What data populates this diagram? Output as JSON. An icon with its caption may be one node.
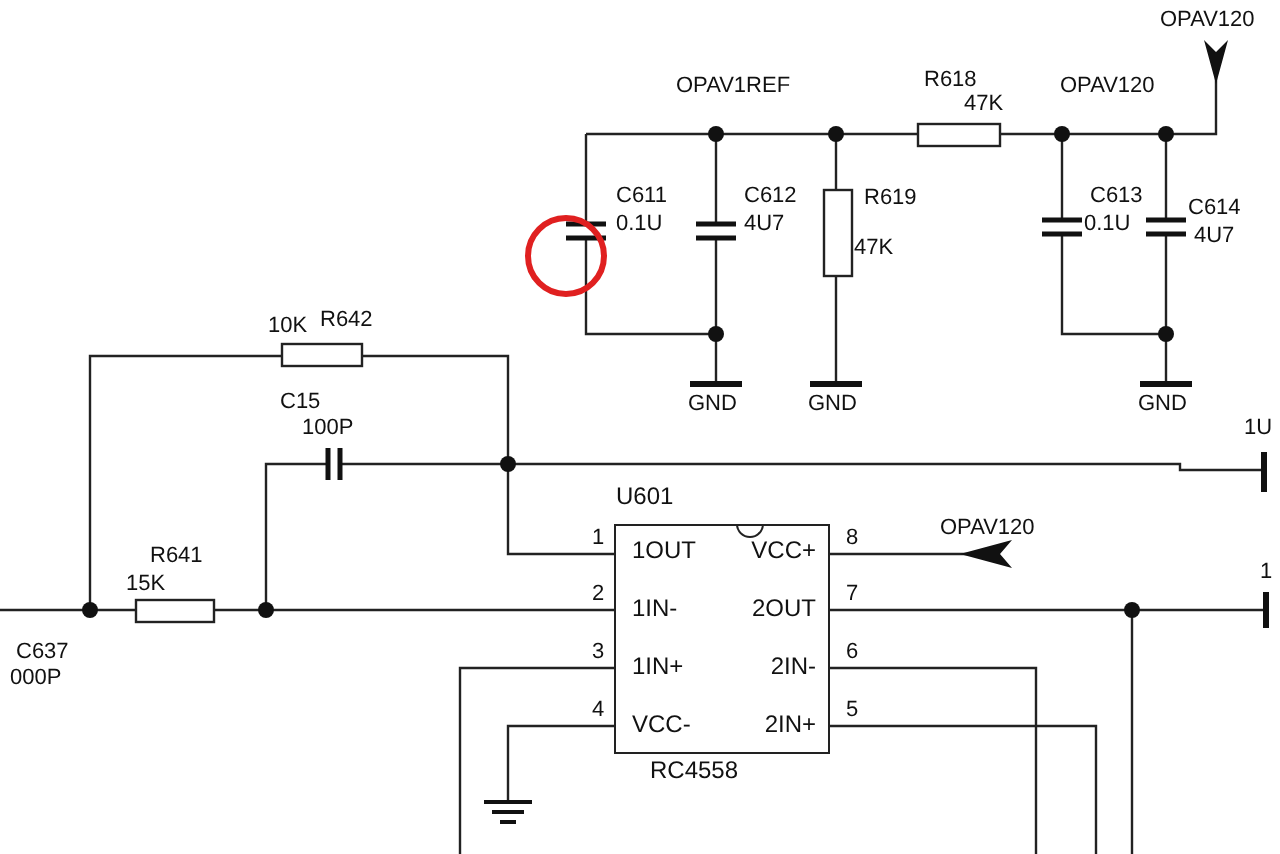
{
  "diagram": {
    "nodes": [
      {
        "text": [
          "1OUT",
          "1IN-",
          "1IN+",
          "VCC-",
          "VCC+",
          "2OUT",
          "2IN-",
          "2IN+"
        ],
        "beside": [
          "U601",
          "RC4558"
        ]
      }
    ],
    "edges": [],
    "labels": [
      "OPAV120",
      "OPAV1REF",
      "R618",
      "47K",
      "OPAV120",
      "C611",
      "0.1U",
      "C612",
      "4U7",
      "R619",
      "47K",
      "C613",
      "0.1U",
      "C614",
      "4U7",
      "GND",
      "GND",
      "GND",
      "10K",
      "R642",
      "C15",
      "100P",
      "1U",
      "1",
      "OPAV120",
      "8",
      "R641",
      "15K",
      "2",
      "7",
      "1",
      "C637",
      "000P",
      "3",
      "6",
      "4",
      "5"
    ]
  }
}
